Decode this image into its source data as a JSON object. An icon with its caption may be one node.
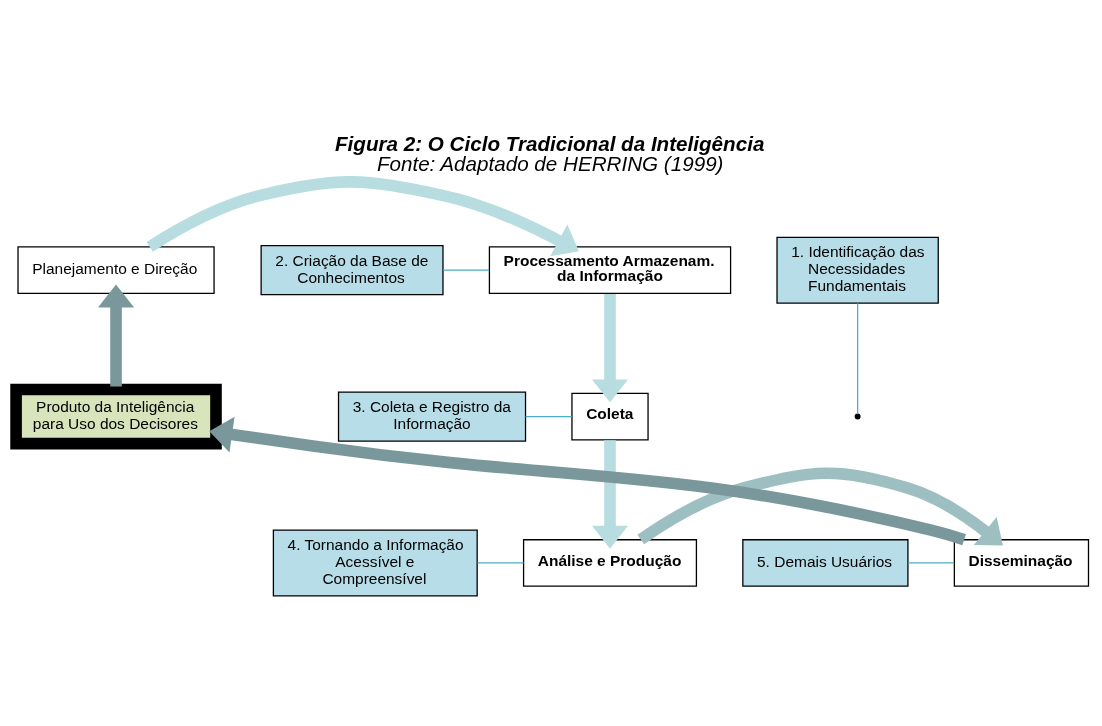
{
  "diagram": {
    "title": "Figura 2: O Ciclo Tradicional da Inteligência",
    "caption": "Fonte: Adaptado de HERRING (1999)",
    "nodes": [
      {
        "text": [
          "Planejamento e Direção"
        ]
      },
      {
        "text": [
          "Processamento Armazenam. da Informação"
        ]
      },
      {
        "text": [
          "Coleta"
        ]
      },
      {
        "text": [
          "Análise e Produção"
        ]
      },
      {
        "text": [
          "Disseminação"
        ]
      },
      {
        "text": [
          "Produto da Inteligência para Uso dos Decisores"
        ]
      },
      {
        "text": [
          "1. Identificação das Necessidades Fundamentais"
        ]
      },
      {
        "text": [
          "2. Criação da Base de Conhecimentos"
        ]
      },
      {
        "text": [
          "3. Coleta e Registro da Informação"
        ]
      },
      {
        "text": [
          "4. Tornando a Informação Acessível e Compreensível"
        ]
      },
      {
        "text": [
          "5. Demais Usuários"
        ]
      }
    ],
    "edges": [
      {
        "from": 0,
        "to": 1,
        "arrow": "to",
        "color": "#b7dde0"
      },
      {
        "from": 1,
        "to": 2,
        "arrow": "to",
        "color": "#b7dde0"
      },
      {
        "from": 2,
        "to": 3,
        "arrow": "to",
        "color": "#b7dde0"
      },
      {
        "from": 3,
        "to": 4,
        "arrow": "to",
        "color": "#9dbfc2"
      },
      {
        "from": 4,
        "to": 5,
        "arrow": "to",
        "color": "#7a989c"
      },
      {
        "from": 5,
        "to": 0,
        "arrow": "to",
        "color": "#7a989c"
      },
      {
        "from": 6,
        "to": null,
        "arrow": "none"
      },
      {
        "from": 7,
        "to": 1,
        "arrow": "none"
      },
      {
        "from": 8,
        "to": 2,
        "arrow": "none"
      },
      {
        "from": 9,
        "to": 3,
        "arrow": "none"
      },
      {
        "from": 10,
        "to": 4,
        "arrow": "none"
      }
    ]
  }
}
